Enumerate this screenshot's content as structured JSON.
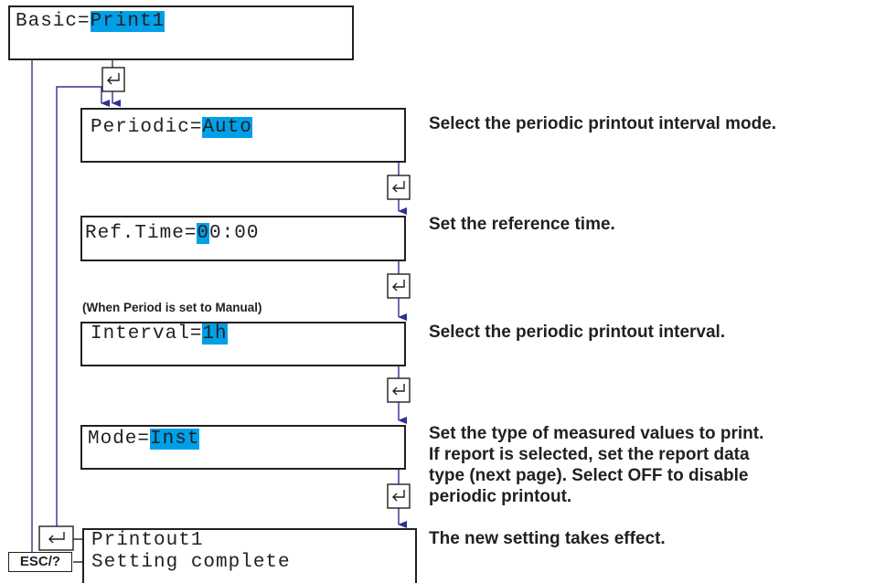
{
  "screens": {
    "basic": {
      "prefix": "Basic=",
      "value": "Print1"
    },
    "periodic": {
      "prefix": "Periodic=",
      "value": "Auto"
    },
    "reftime": {
      "prefix": "Ref.Time=",
      "cursor": "0",
      "rest": "0:00"
    },
    "interval": {
      "prefix": "Interval=",
      "value": "1h"
    },
    "mode": {
      "prefix": "Mode=",
      "value": "Inst"
    },
    "complete": {
      "line1": "Printout1",
      "line2": "Setting complete"
    }
  },
  "descriptions": {
    "periodic": "Select the periodic printout interval mode.",
    "reftime": "Set the reference time.",
    "interval": "Select the periodic printout interval.",
    "mode": [
      "Set the type of measured values to print.",
      "If report is selected, set the report data",
      "type (next page).  Select OFF to disable",
      "periodic printout."
    ],
    "complete": "The new setting takes effect."
  },
  "note": "(When Period is set to Manual)",
  "esc_key": "ESC/?",
  "icons": {
    "enter": "enter-key-icon"
  },
  "colors": {
    "highlight": "#00a0e9",
    "arrow": "#2e3192",
    "border": "#231f20"
  }
}
